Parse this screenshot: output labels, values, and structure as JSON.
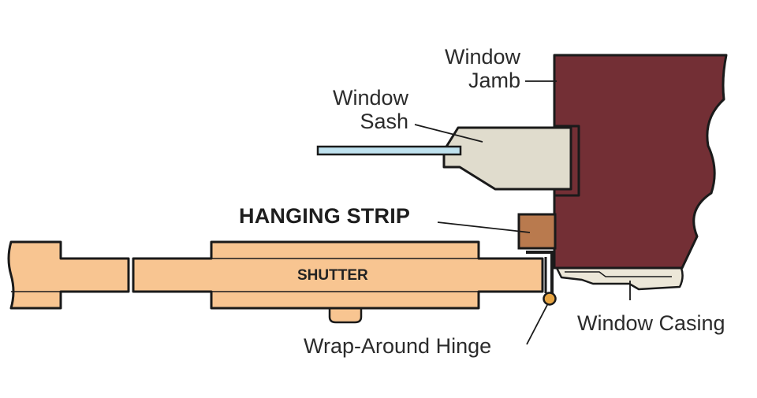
{
  "labels": {
    "window_jamb": {
      "line1": "Window",
      "line2": "Jamb"
    },
    "window_sash": {
      "line1": "Window",
      "line2": "Sash"
    },
    "hanging_strip": "HANGING STRIP",
    "shutter": "SHUTTER",
    "window_casing": "Window Casing",
    "wrap_around_hinge": "Wrap-Around Hinge"
  },
  "colors": {
    "jamb": "#732f35",
    "sash": "#e0dccd",
    "glass": "#bfe2ef",
    "hanging_strip": "#b97a4e",
    "shutter": "#f8c591",
    "casing": "#ece7d8",
    "hinge": "#e8a542",
    "outline": "#1a1a1a"
  }
}
